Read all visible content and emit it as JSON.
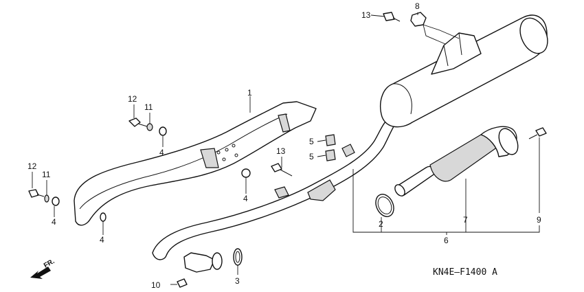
{
  "diagram": {
    "code": "KN4E–F1400 A",
    "direction": "FR.",
    "callouts": [
      "1",
      "2",
      "3",
      "4",
      "4",
      "4",
      "4",
      "5",
      "5",
      "6",
      "7",
      "8",
      "9",
      "10",
      "11",
      "11",
      "12",
      "12",
      "13",
      "13"
    ]
  }
}
